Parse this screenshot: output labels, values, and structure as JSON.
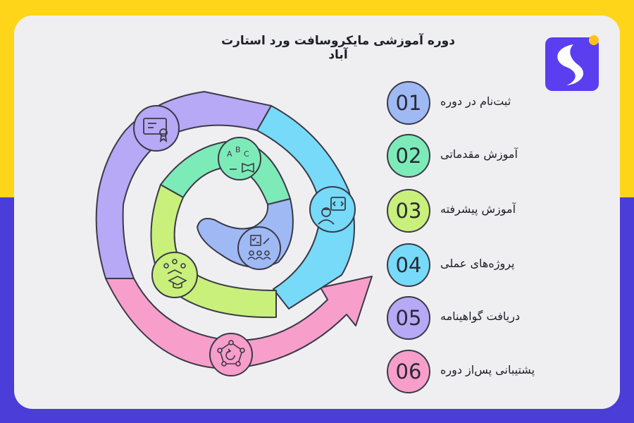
{
  "title": "دوره آموزشی مایکروسافت ورد استارت آباد",
  "steps": [
    {
      "number": "01",
      "label": "ثبت‌نام در دوره",
      "color": "#9FB9F5"
    },
    {
      "number": "02",
      "label": "آموزش مقدماتی",
      "color": "#7DEBB8"
    },
    {
      "number": "03",
      "label": "آموزش پیشرفته",
      "color": "#C9F07A"
    },
    {
      "number": "04",
      "label": "پروژه‌های عملی",
      "color": "#76DAF8"
    },
    {
      "number": "05",
      "label": "دریافت گواهینامه",
      "color": "#B7A9F5"
    },
    {
      "number": "06",
      "label": "پشتیبانی پس‌از دوره",
      "color": "#F79ECB"
    }
  ],
  "icon_abc": {
    "a": "A",
    "b": "B",
    "c": "C"
  },
  "colors": {
    "top_band": "#FFD51A",
    "bottom_band": "#4B3DD8",
    "logo": "#5B3EF0"
  },
  "icons": [
    "certificate-icon",
    "abc-book-icon",
    "developer-code-icon",
    "team-checklist-icon",
    "students-graduation-icon",
    "cycle-support-icon",
    "brand-logo-icon"
  ]
}
